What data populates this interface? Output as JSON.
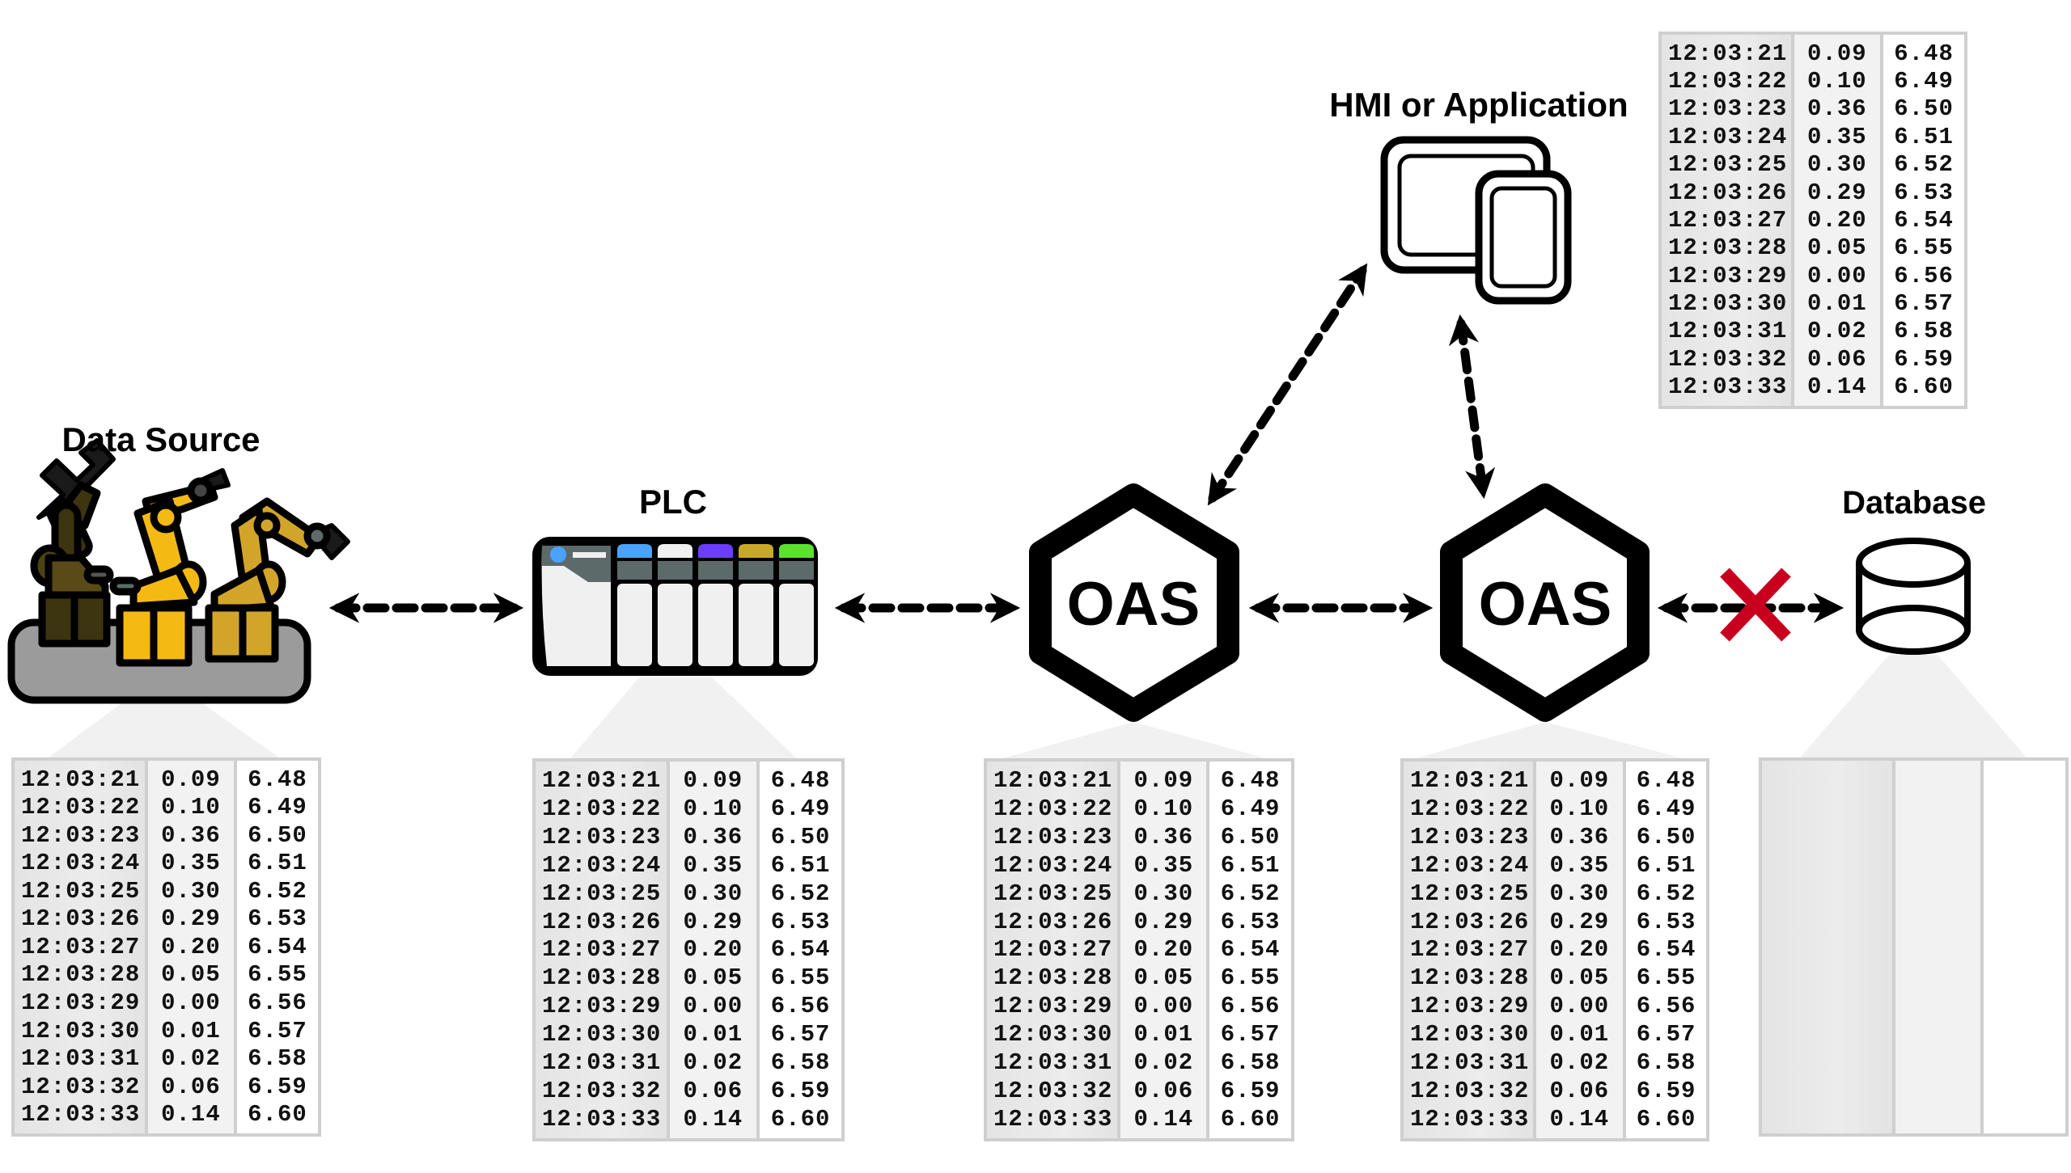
{
  "diagram": {
    "nodes": {
      "data_source": {
        "label": "Data Source",
        "icon": "industrial-robots-icon"
      },
      "plc": {
        "label": "PLC",
        "icon": "plc-rack-icon",
        "module_colors": [
          "#4aa3ff",
          "#f0f0f0",
          "#6a3dff",
          "#c8a82a",
          "#5be22f"
        ]
      },
      "oas_1": {
        "label": "OAS",
        "icon": "hexagon-icon"
      },
      "oas_2": {
        "label": "OAS",
        "icon": "hexagon-icon"
      },
      "hmi": {
        "label": "HMI or Application",
        "icon": "tablet-devices-icon"
      },
      "database": {
        "label": "Database",
        "icon": "database-cylinder-icon"
      }
    },
    "connections": [
      {
        "from": "data_source",
        "to": "plc",
        "style": "dashed-bidirectional",
        "status": "ok"
      },
      {
        "from": "plc",
        "to": "oas_1",
        "style": "dashed-bidirectional",
        "status": "ok"
      },
      {
        "from": "oas_1",
        "to": "oas_2",
        "style": "dashed-bidirectional",
        "status": "ok"
      },
      {
        "from": "oas_1",
        "to": "hmi",
        "style": "dashed-bidirectional",
        "status": "ok"
      },
      {
        "from": "hmi",
        "to": "oas_2",
        "style": "dashed-bidirectional",
        "status": "ok"
      },
      {
        "from": "oas_2",
        "to": "database",
        "style": "dashed-bidirectional",
        "status": "broken",
        "status_icon": "red-x-icon",
        "status_color": "#c8001e"
      }
    ]
  },
  "tables": {
    "data_source": {
      "rows": [
        [
          "12:03:21",
          "0.09",
          "6.48"
        ],
        [
          "12:03:22",
          "0.10",
          "6.49"
        ],
        [
          "12:03:23",
          "0.36",
          "6.50"
        ],
        [
          "12:03:24",
          "0.35",
          "6.51"
        ],
        [
          "12:03:25",
          "0.30",
          "6.52"
        ],
        [
          "12:03:26",
          "0.29",
          "6.53"
        ],
        [
          "12:03:27",
          "0.20",
          "6.54"
        ],
        [
          "12:03:28",
          "0.05",
          "6.55"
        ],
        [
          "12:03:29",
          "0.00",
          "6.56"
        ],
        [
          "12:03:30",
          "0.01",
          "6.57"
        ],
        [
          "12:03:31",
          "0.02",
          "6.58"
        ],
        [
          "12:03:32",
          "0.06",
          "6.59"
        ],
        [
          "12:03:33",
          "0.14",
          "6.60"
        ]
      ]
    },
    "plc": {
      "rows": [
        [
          "12:03:21",
          "0.09",
          "6.48"
        ],
        [
          "12:03:22",
          "0.10",
          "6.49"
        ],
        [
          "12:03:23",
          "0.36",
          "6.50"
        ],
        [
          "12:03:24",
          "0.35",
          "6.51"
        ],
        [
          "12:03:25",
          "0.30",
          "6.52"
        ],
        [
          "12:03:26",
          "0.29",
          "6.53"
        ],
        [
          "12:03:27",
          "0.20",
          "6.54"
        ],
        [
          "12:03:28",
          "0.05",
          "6.55"
        ],
        [
          "12:03:29",
          "0.00",
          "6.56"
        ],
        [
          "12:03:30",
          "0.01",
          "6.57"
        ],
        [
          "12:03:31",
          "0.02",
          "6.58"
        ],
        [
          "12:03:32",
          "0.06",
          "6.59"
        ],
        [
          "12:03:33",
          "0.14",
          "6.60"
        ]
      ]
    },
    "oas_1": {
      "rows": [
        [
          "12:03:21",
          "0.09",
          "6.48"
        ],
        [
          "12:03:22",
          "0.10",
          "6.49"
        ],
        [
          "12:03:23",
          "0.36",
          "6.50"
        ],
        [
          "12:03:24",
          "0.35",
          "6.51"
        ],
        [
          "12:03:25",
          "0.30",
          "6.52"
        ],
        [
          "12:03:26",
          "0.29",
          "6.53"
        ],
        [
          "12:03:27",
          "0.20",
          "6.54"
        ],
        [
          "12:03:28",
          "0.05",
          "6.55"
        ],
        [
          "12:03:29",
          "0.00",
          "6.56"
        ],
        [
          "12:03:30",
          "0.01",
          "6.57"
        ],
        [
          "12:03:31",
          "0.02",
          "6.58"
        ],
        [
          "12:03:32",
          "0.06",
          "6.59"
        ],
        [
          "12:03:33",
          "0.14",
          "6.60"
        ]
      ]
    },
    "oas_2": {
      "rows": [
        [
          "12:03:21",
          "0.09",
          "6.48"
        ],
        [
          "12:03:22",
          "0.10",
          "6.49"
        ],
        [
          "12:03:23",
          "0.36",
          "6.50"
        ],
        [
          "12:03:24",
          "0.35",
          "6.51"
        ],
        [
          "12:03:25",
          "0.30",
          "6.52"
        ],
        [
          "12:03:26",
          "0.29",
          "6.53"
        ],
        [
          "12:03:27",
          "0.20",
          "6.54"
        ],
        [
          "12:03:28",
          "0.05",
          "6.55"
        ],
        [
          "12:03:29",
          "0.00",
          "6.56"
        ],
        [
          "12:03:30",
          "0.01",
          "6.57"
        ],
        [
          "12:03:31",
          "0.02",
          "6.58"
        ],
        [
          "12:03:32",
          "0.06",
          "6.59"
        ],
        [
          "12:03:33",
          "0.14",
          "6.60"
        ]
      ]
    },
    "hmi": {
      "rows": [
        [
          "12:03:21",
          "0.09",
          "6.48"
        ],
        [
          "12:03:22",
          "0.10",
          "6.49"
        ],
        [
          "12:03:23",
          "0.36",
          "6.50"
        ],
        [
          "12:03:24",
          "0.35",
          "6.51"
        ],
        [
          "12:03:25",
          "0.30",
          "6.52"
        ],
        [
          "12:03:26",
          "0.29",
          "6.53"
        ],
        [
          "12:03:27",
          "0.20",
          "6.54"
        ],
        [
          "12:03:28",
          "0.05",
          "6.55"
        ],
        [
          "12:03:29",
          "0.00",
          "6.56"
        ],
        [
          "12:03:30",
          "0.01",
          "6.57"
        ],
        [
          "12:03:31",
          "0.02",
          "6.58"
        ],
        [
          "12:03:32",
          "0.06",
          "6.59"
        ],
        [
          "12:03:33",
          "0.14",
          "6.60"
        ]
      ]
    },
    "database": {
      "rows": []
    }
  },
  "colors": {
    "stroke": "#000000",
    "table_border": "#cfcfcf",
    "funnel": "#f1f1f1",
    "error": "#c8001e",
    "robot_yellow": "#f5b914",
    "robot_gold": "#d2a52a",
    "robot_dark": "#5a4a18",
    "platform_gray": "#9b9b9b"
  }
}
